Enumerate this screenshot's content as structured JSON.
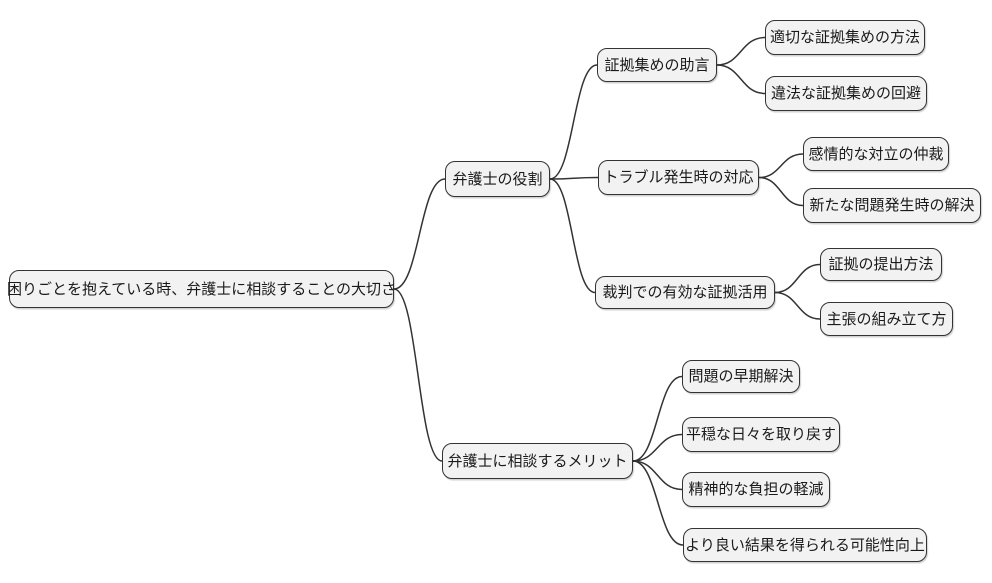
{
  "mindmap": {
    "type": "mindmap",
    "colors": {
      "background": "#ffffff",
      "node_fill": "#f2f2f2",
      "node_border": "#333333",
      "edge": "#333333",
      "text": "#1a1a1a"
    },
    "root": {
      "label": "困りごとを抱えている時、弁護士に相談することの大切さ",
      "children": [
        {
          "label": "弁護士の役割",
          "children": [
            {
              "label": "証拠集めの助言",
              "children": [
                {
                  "label": "適切な証拠集めの方法"
                },
                {
                  "label": "違法な証拠集めの回避"
                }
              ]
            },
            {
              "label": "トラブル発生時の対応",
              "children": [
                {
                  "label": "感情的な対立の仲裁"
                },
                {
                  "label": "新たな問題発生時の解決"
                }
              ]
            },
            {
              "label": "裁判での有効な証拠活用",
              "children": [
                {
                  "label": "証拠の提出方法"
                },
                {
                  "label": "主張の組み立て方"
                }
              ]
            }
          ]
        },
        {
          "label": "弁護士に相談するメリット",
          "children": [
            {
              "label": "問題の早期解決"
            },
            {
              "label": "平穏な日々を取り戻す"
            },
            {
              "label": "精神的な負担の軽減"
            },
            {
              "label": "より良い結果を得られる可能性向上"
            }
          ]
        }
      ]
    }
  }
}
